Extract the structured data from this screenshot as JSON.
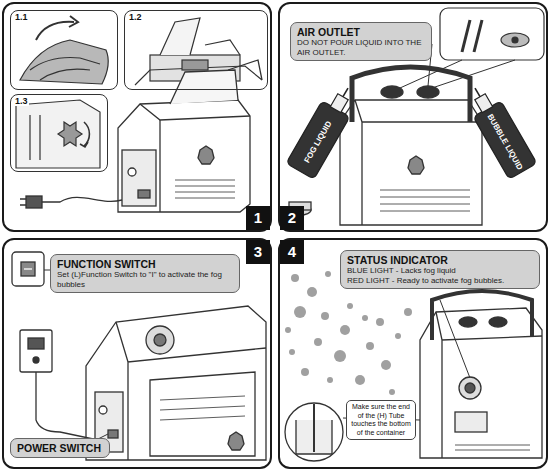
{
  "diagram": {
    "nodes": [
      {
        "text": [
          "1"
        ]
      },
      {
        "text": [
          "1.1"
        ],
        "in": 0
      },
      {
        "text": [
          "1.2"
        ],
        "in": 0
      },
      {
        "text": [
          "1.3"
        ],
        "in": 0
      },
      {
        "text": [
          "2"
        ]
      },
      {
        "text": [
          "AIR OUTLET",
          "DO NOT POUR LIQUID INTO THE AIR OUTLET."
        ],
        "in": 4
      },
      {
        "text": [
          "3"
        ]
      },
      {
        "text": [
          "FUNCTION SWITCH",
          "Set (L)Function Switch to \"I\" to activate the fog bubbles"
        ],
        "in": 6
      },
      {
        "text": [
          "POWER SWITCH"
        ],
        "in": 6
      },
      {
        "text": [
          "4"
        ]
      },
      {
        "text": [
          "STATUS INDICATOR",
          "BLUE LIGHT - Lacks fog liquid",
          "RED LIGHT - Ready to activate fog bubbles."
        ],
        "in": 9
      },
      {
        "text": [
          "Make sure the end of the (H) Tube touches the bottom of the container"
        ],
        "in": 9
      }
    ],
    "labels": [
      "FOG LIQUID",
      "BUBBLE LIQUID"
    ]
  }
}
